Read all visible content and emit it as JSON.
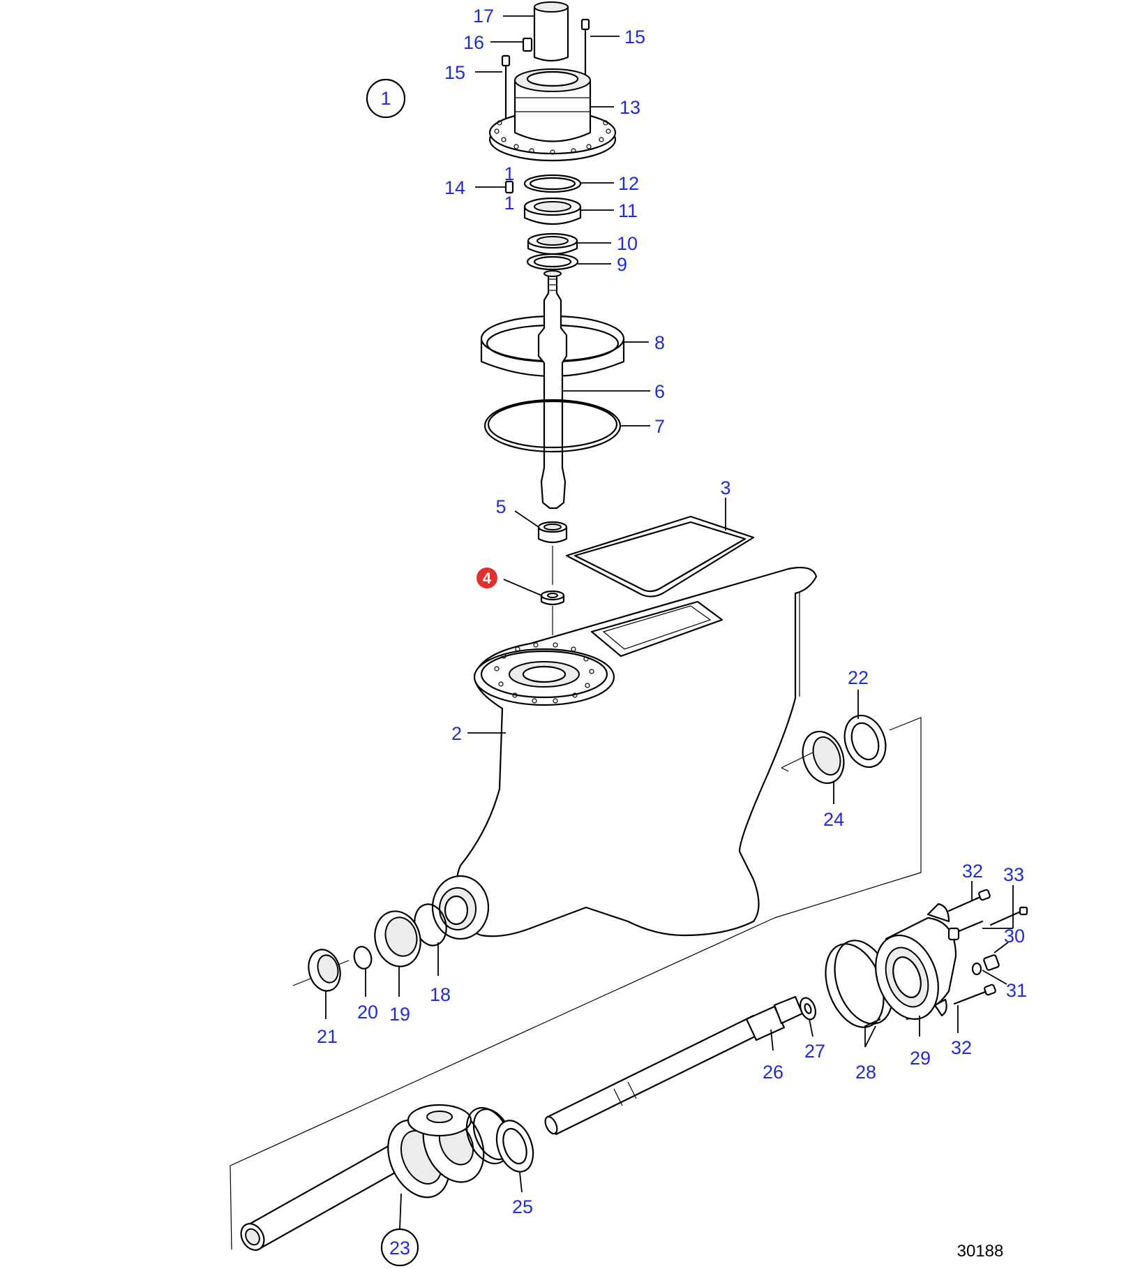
{
  "drawing_number": "30188",
  "group_reference": "1",
  "highlighted_item": "4",
  "colors": {
    "callout": "#1e2bd6",
    "highlight": "#e23030",
    "line": "#000000"
  },
  "callouts": {
    "c1": "1",
    "c2": "2",
    "c3": "3",
    "c4": "4",
    "c5": "5",
    "c6": "6",
    "c7": "7",
    "c8": "8",
    "c9": "9",
    "c10": "10",
    "c11": "11",
    "c12": "12",
    "c13": "13",
    "c14": "14",
    "c14a": "1",
    "c14b": "1",
    "c15a": "15",
    "c15b": "15",
    "c16": "16",
    "c17": "17",
    "c18": "18",
    "c19": "19",
    "c20": "20",
    "c21": "21",
    "c22": "22",
    "c23": "23",
    "c24": "24",
    "c25": "25",
    "c26": "26",
    "c27": "27",
    "c28": "28",
    "c29": "29",
    "c30": "30",
    "c31": "31",
    "c32a": "32",
    "c32b": "32",
    "c33": "33"
  }
}
